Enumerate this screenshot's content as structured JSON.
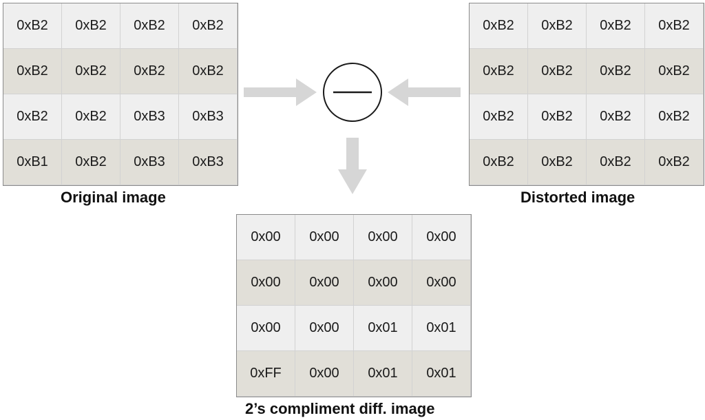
{
  "original": {
    "caption": "Original image",
    "rows": [
      [
        "0xB2",
        "0xB2",
        "0xB2",
        "0xB2"
      ],
      [
        "0xB2",
        "0xB2",
        "0xB2",
        "0xB2"
      ],
      [
        "0xB2",
        "0xB2",
        "0xB3",
        "0xB3"
      ],
      [
        "0xB1",
        "0xB2",
        "0xB3",
        "0xB3"
      ]
    ]
  },
  "distorted": {
    "caption": "Distorted image",
    "rows": [
      [
        "0xB2",
        "0xB2",
        "0xB2",
        "0xB2"
      ],
      [
        "0xB2",
        "0xB2",
        "0xB2",
        "0xB2"
      ],
      [
        "0xB2",
        "0xB2",
        "0xB2",
        "0xB2"
      ],
      [
        "0xB2",
        "0xB2",
        "0xB2",
        "0xB2"
      ]
    ]
  },
  "diff": {
    "caption": "2’s compliment diff. image",
    "rows": [
      [
        "0x00",
        "0x00",
        "0x00",
        "0x00"
      ],
      [
        "0x00",
        "0x00",
        "0x00",
        "0x00"
      ],
      [
        "0x00",
        "0x00",
        "0x01",
        "0x01"
      ],
      [
        "0xFF",
        "0x00",
        "0x01",
        "0x01"
      ]
    ]
  },
  "operator": {
    "icon": "minus-icon"
  },
  "colors": {
    "row_light": "#efefef",
    "row_dark": "#e1dfd8",
    "arrow": "#d6d6d6",
    "grid_border": "#8a8a8a"
  }
}
